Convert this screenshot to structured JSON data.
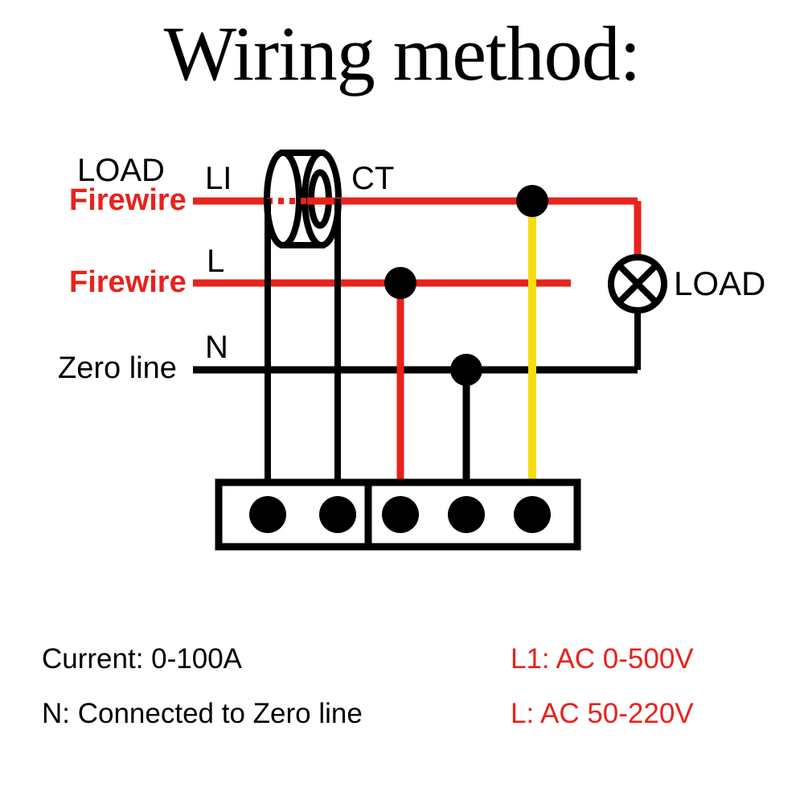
{
  "title": "Wiring method:",
  "colors": {
    "wire_live": "#e8221c",
    "wire_neutral": "#000000",
    "wire_voltage_sense": "#f5dd12",
    "text": "#000000",
    "text_red": "#e8221c",
    "background": "#ffffff"
  },
  "diagram": {
    "labels": {
      "load_left": "LOAD",
      "firewire_top": "Firewire",
      "firewire_mid": "Firewire",
      "zero_line": "Zero line",
      "terminal_l1": "LI",
      "ct": "CT",
      "terminal_l": "L",
      "terminal_n": "N",
      "load_right": "LOAD"
    },
    "components": {
      "current_transformer": "CT",
      "load_lamp": "LOAD"
    },
    "wires": [
      {
        "name": "L1 live line through CT",
        "color": "#e8221c",
        "label": "LI"
      },
      {
        "name": "L live line",
        "color": "#e8221c",
        "label": "L"
      },
      {
        "name": "N neutral line",
        "color": "#000000",
        "label": "N"
      },
      {
        "name": "CT secondary pair",
        "color": "#000000",
        "label": "CT"
      },
      {
        "name": "Voltage sense lead",
        "color": "#f5dd12",
        "label": "L1"
      }
    ],
    "terminal_block": {
      "left_section_terminals": 2,
      "right_section_terminals": 3,
      "total_terminals": 5
    }
  },
  "notes": {
    "current": "Current: 0-100A",
    "neutral": "N: Connected to Zero line",
    "l1_voltage": "L1: AC 0-500V",
    "l_voltage": "L: AC 50-220V"
  }
}
